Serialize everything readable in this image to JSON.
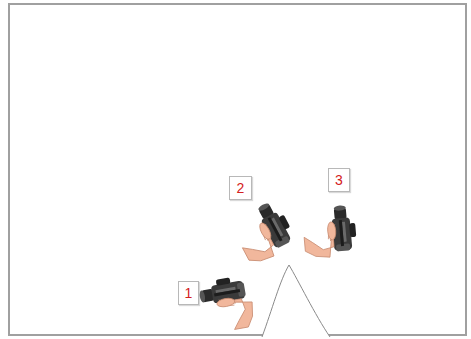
{
  "diagram": {
    "nodes": [
      {
        "text": [
          "2"
        ]
      },
      {
        "text": [
          "3"
        ]
      },
      {
        "text": [
          "1"
        ]
      }
    ]
  }
}
